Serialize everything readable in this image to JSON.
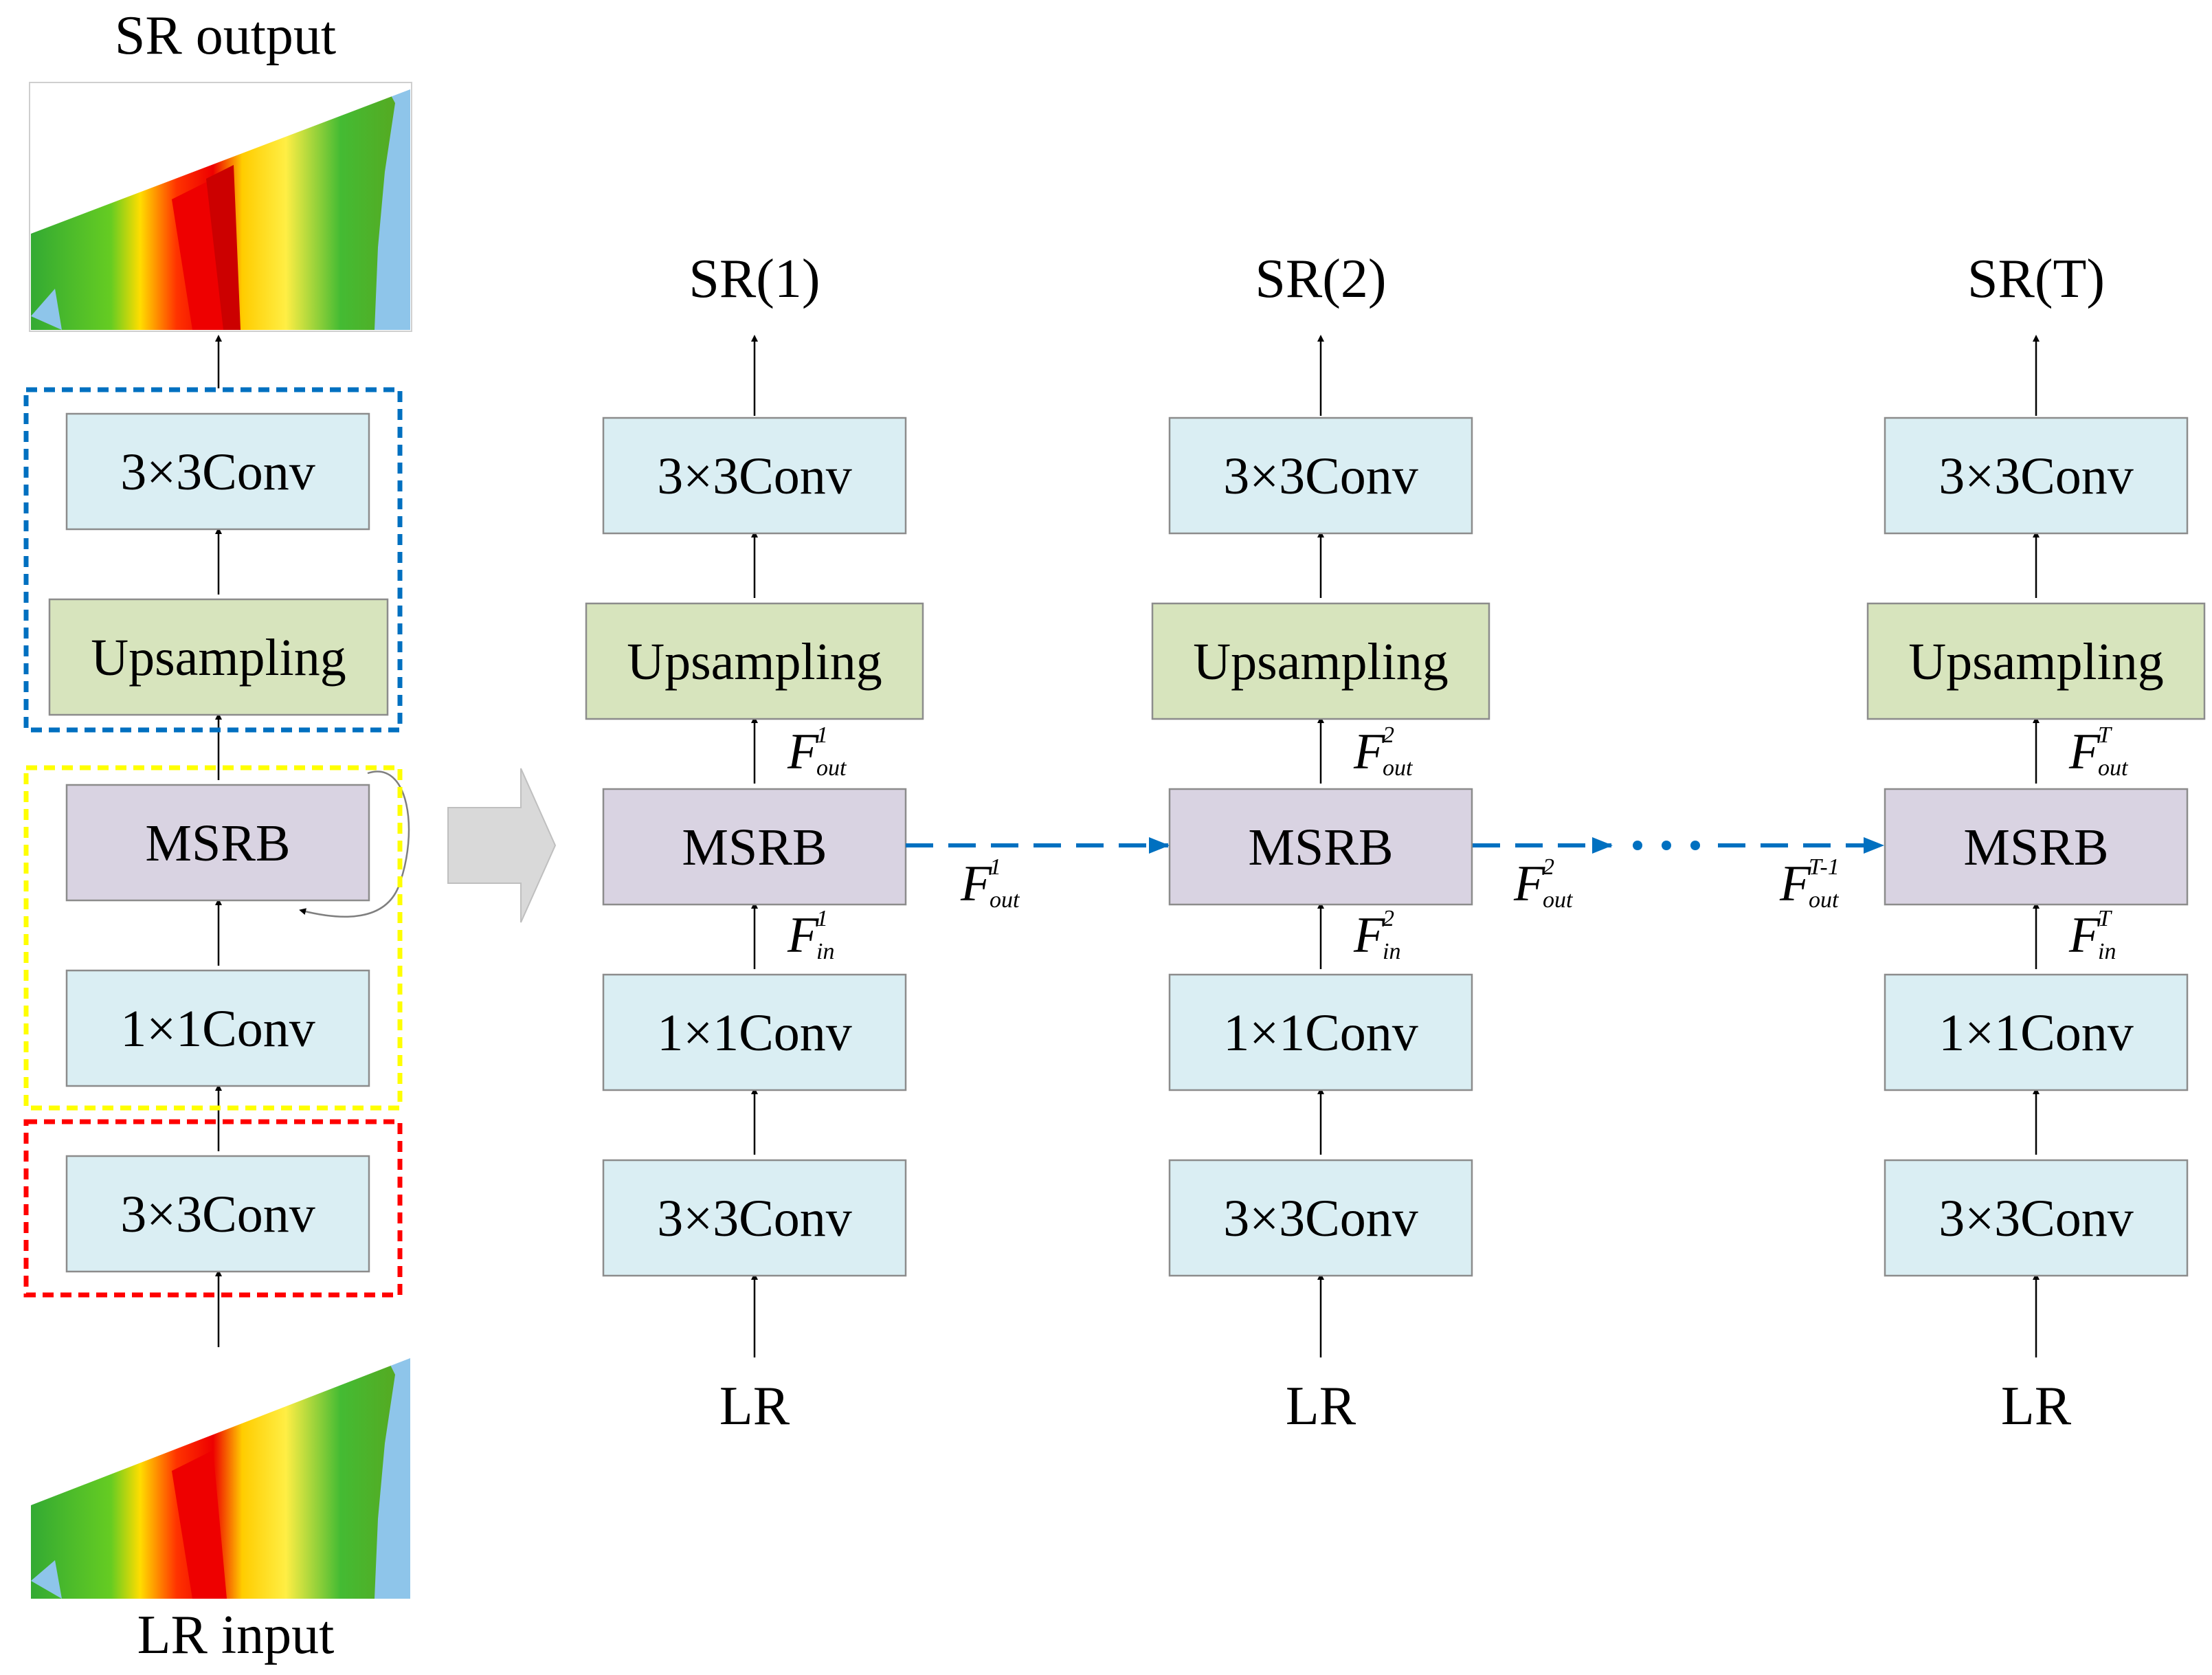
{
  "left_panel": {
    "output_label": "SR output",
    "input_label": "LR input",
    "blocks": {
      "top_conv": "3×3Conv",
      "upsampling": "Upsampling",
      "msrb": "MSRB",
      "conv1x1": "1×1Conv",
      "bottom_conv": "3×3Conv"
    },
    "frame_colors": {
      "reconstruction": "#0070c0",
      "feature": "#ffff00",
      "shallow": "#ff0000"
    }
  },
  "unfolded": [
    {
      "output": "SR(1)",
      "input": "LR",
      "top_conv": "3×3Conv",
      "upsampling": "Upsampling",
      "msrb": "MSRB",
      "conv1x1": "1×1Conv",
      "bottom_conv": "3×3Conv",
      "f_out": {
        "base": "F",
        "sup": "1",
        "sub": "out"
      },
      "f_in": {
        "base": "F",
        "sup": "1",
        "sub": "in"
      }
    },
    {
      "output": "SR(2)",
      "input": "LR",
      "top_conv": "3×3Conv",
      "upsampling": "Upsampling",
      "msrb": "MSRB",
      "conv1x1": "1×1Conv",
      "bottom_conv": "3×3Conv",
      "f_out": {
        "base": "F",
        "sup": "2",
        "sub": "out"
      },
      "f_in": {
        "base": "F",
        "sup": "2",
        "sub": "in"
      }
    },
    {
      "output": "SR(T)",
      "input": "LR",
      "top_conv": "3×3Conv",
      "upsampling": "Upsampling",
      "msrb": "MSRB",
      "conv1x1": "1×1Conv",
      "bottom_conv": "3×3Conv",
      "f_out": {
        "base": "F",
        "sup": "T",
        "sub": "out"
      },
      "f_in": {
        "base": "F",
        "sup": "T",
        "sub": "in"
      }
    }
  ],
  "links": [
    {
      "base": "F",
      "sup": "1",
      "sub": "out"
    },
    {
      "base": "F",
      "sup": "2",
      "sub": "out"
    },
    {
      "base": "F",
      "sup": "T-1",
      "sub": "out"
    }
  ],
  "colors": {
    "flow_arrow": "#0070c0",
    "conv_fill": "#daeef3",
    "upsampling_fill": "#d7e4bd",
    "msrb_fill": "#d9d3e2"
  }
}
